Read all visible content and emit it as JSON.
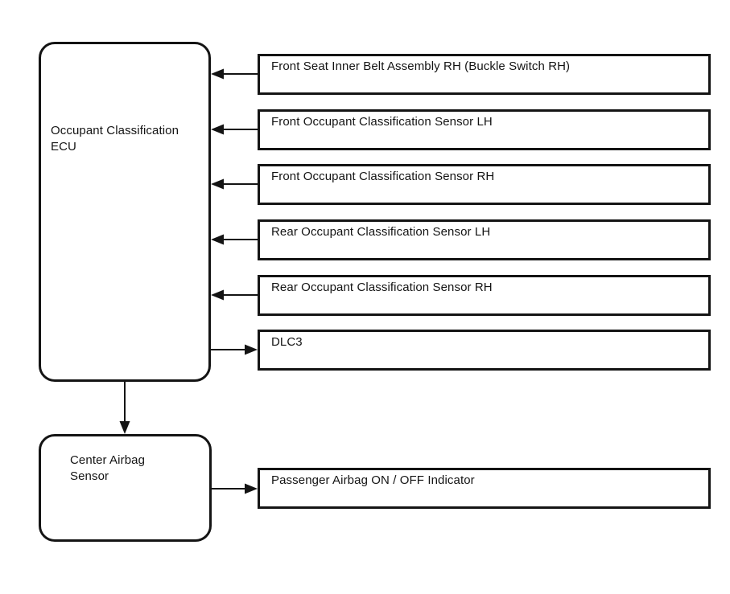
{
  "diagram": {
    "ecu": {
      "label": "Occupant Classification ECU"
    },
    "center_airbag": {
      "label": "Center Airbag Sensor"
    },
    "peripherals": [
      {
        "label": "Front Seat Inner Belt Assembly RH (Buckle Switch RH)",
        "direction": "input-to-ecu"
      },
      {
        "label": "Front Occupant Classification Sensor LH",
        "direction": "input-to-ecu"
      },
      {
        "label": "Front Occupant Classification Sensor RH",
        "direction": "input-to-ecu"
      },
      {
        "label": "Rear Occupant Classification Sensor LH",
        "direction": "input-to-ecu"
      },
      {
        "label": "Rear Occupant Classification Sensor RH",
        "direction": "input-to-ecu"
      },
      {
        "label": "DLC3",
        "direction": "output-from-ecu"
      }
    ],
    "indicator": {
      "label": "Passenger Airbag ON / OFF Indicator",
      "direction": "output-from-center-airbag-sensor"
    },
    "colors": {
      "line": "#141414",
      "text": "#141414",
      "background": "#ffffff"
    }
  }
}
